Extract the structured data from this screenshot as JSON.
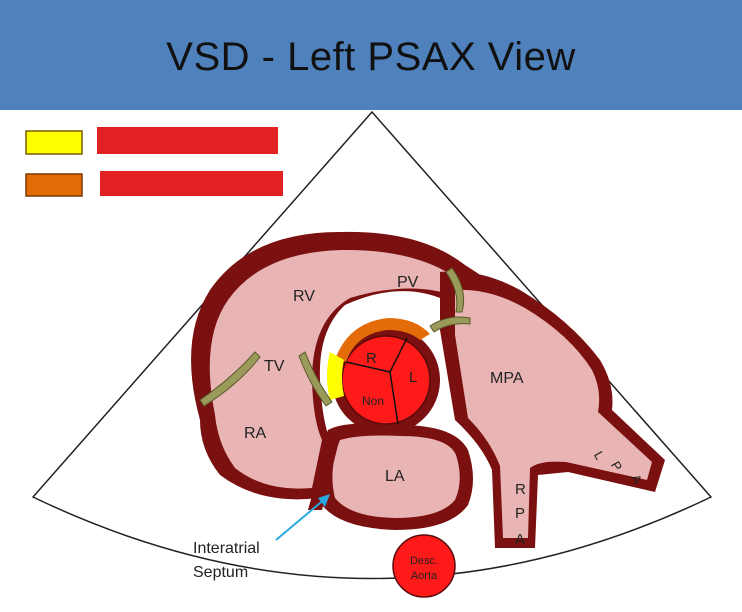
{
  "title": "VSD - Left PSAX View",
  "colors": {
    "header": "#4f81bd",
    "wall": "#7b1010",
    "tissue": "#e8b4b4",
    "aortic_valve": "#ff1a1a",
    "valve_leaflet": "#9a9a5a",
    "legend_yellow": "#ffff00",
    "legend_orange": "#e36c09",
    "redaction_bar": "#e22222"
  },
  "legend": [
    {
      "swatch_color": "#ffff00",
      "label_hidden": true
    },
    {
      "swatch_color": "#e36c09",
      "label_hidden": true
    }
  ],
  "labels": {
    "rv": "RV",
    "pv": "PV",
    "tv": "TV",
    "ra": "RA",
    "la": "LA",
    "mpa": "MPA",
    "r_cusp": "R",
    "l_cusp": "L",
    "non_cusp": "Non",
    "rpa": [
      "R",
      "P",
      "A"
    ],
    "lpa": [
      "L",
      "P",
      "A"
    ],
    "desc_aorta": [
      "Desc.",
      "Aorta"
    ],
    "interatrial": [
      "Interatrial",
      "Septum"
    ]
  }
}
